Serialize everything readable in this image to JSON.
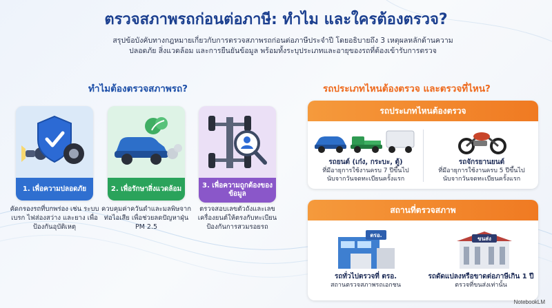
{
  "title": "ตรวจสภาพรถก่อนต่อภาษี: ทำไม และใครต้องตรวจ?",
  "subtitle": "สรุปข้อบังคับทางกฎหมายเกี่ยวกับการตรวจสภาพรถก่อนต่อภาษีประจำปี โดยอธิบายถึง 3 เหตุผลหลักด้านความปลอดภัย สิ่งแวดล้อม และการยืนยันข้อมูล พร้อมทั้งระบุประเภทและอายุของรถที่ต้องเข้ารับการตรวจ",
  "left_section": {
    "heading": "ทำไมต้องตรวจสภาพรถ?",
    "cards": [
      {
        "label": "1. เพื่อความปลอดภัย",
        "desc": "คัดกรองรถที่บกพร่อง เช่น ระบบเบรก ไฟส่องสว่าง และยาง เพื่อป้องกันอุบัติเหตุ",
        "icon": "shield-check-icon"
      },
      {
        "label": "2. เพื่อรักษาสิ่งแวดล้อม",
        "desc": "ควบคุมค่าควันดำและมลพิษจากท่อไอเสีย เพื่อช่วยลดปัญหาฝุ่น PM 2.5",
        "icon": "car-exhaust-icon"
      },
      {
        "label": "3. เพื่อความถูกต้องของข้อมูล",
        "desc": "ตรวจสอบเลขตัวถังและเลขเครื่องยนต์ให้ตรงกับทะเบียน ป้องกันการสวมรอยรถ",
        "icon": "chassis-magnifier-icon"
      }
    ]
  },
  "right_section": {
    "heading": "รถประเภทไหนต้องตรวจ และตรวจที่ไหน?",
    "types_panel": {
      "header": "รถประเภทไหนต้องตรวจ",
      "car": {
        "title": "รถยนต์ (เก๋ง, กระบะ, ตู้)",
        "line1": "ที่มีอายุการใช้งานครบ 7 ปีขึ้นไป",
        "line2": "นับจากวันจดทะเบียนครั้งแรก"
      },
      "moto": {
        "title": "รถจักรยานยนต์",
        "line1": "ที่มีอายุการใช้งานครบ 5 ปีขึ้นไป",
        "line2": "นับจากวันจดทะเบียนครั้งแรก"
      }
    },
    "places_panel": {
      "header": "สถานที่ตรวจสภาพ",
      "tro_sign": "ตรอ.",
      "dlt_sign": "ขนส่ง",
      "tro": {
        "title": "รถทั่วไปตรวจที่ ตรอ.",
        "line1": "สถานตรวจสภาพรถเอกชน"
      },
      "dlt": {
        "title": "รถดัดแปลงหรือขาดต่อภาษีเกิน 1 ปี",
        "line1": "ตรวจที่ขนส่งเท่านั้น"
      }
    }
  },
  "footer": "NotebookLM",
  "colors": {
    "title": "#1b3f8f",
    "accent_orange": "#f07a22",
    "blue": "#2f6fd0",
    "green": "#2aa35b",
    "purple": "#8a57c9"
  }
}
